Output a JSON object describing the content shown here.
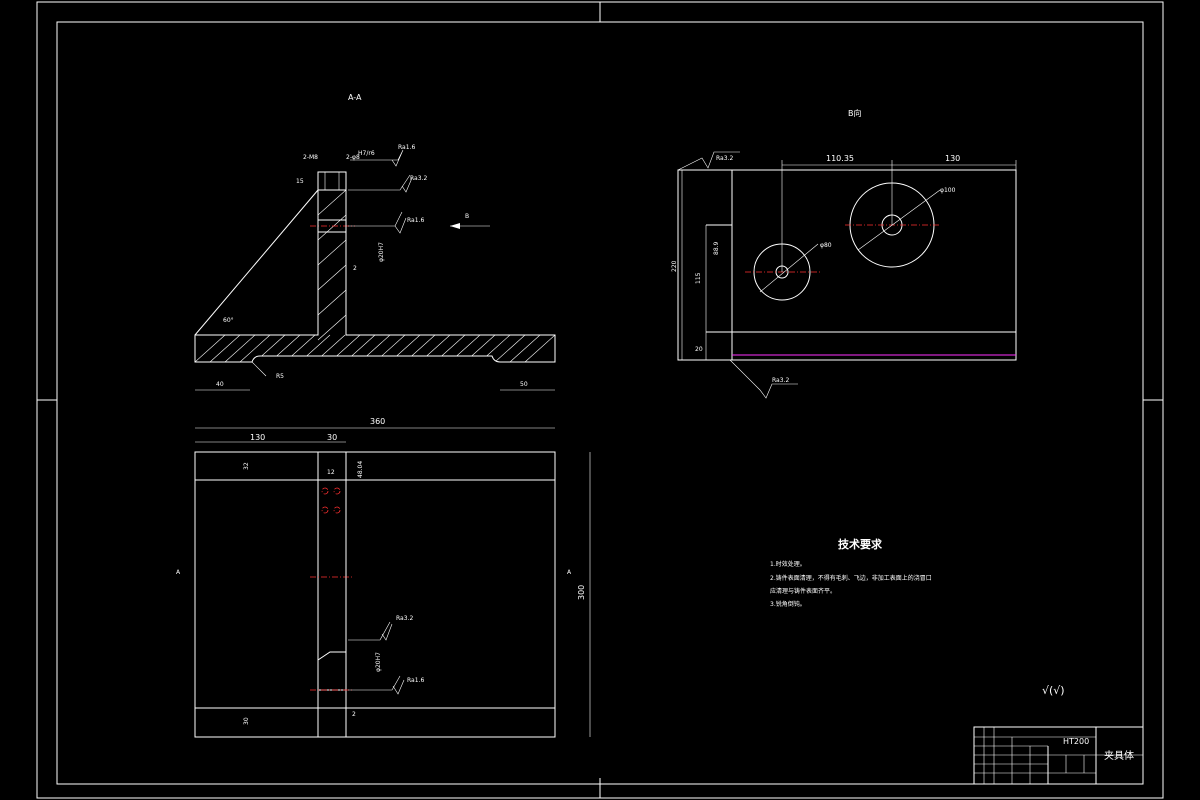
{
  "views": {
    "section_label": "A-A",
    "b_view_label": "B向",
    "arrow_b": "B",
    "section_marker": "A"
  },
  "roughness": {
    "ra16": "Ra1.6",
    "ra32": "Ra3.2"
  },
  "front_view": {
    "holes_a": "2-M8",
    "holes_b": "2-φ8",
    "fit": "H7/r6",
    "angle": "60°",
    "dim_15": "15",
    "dim_40": "40",
    "dim_r5": "R5",
    "dim_50": "50",
    "dim_2": "2",
    "dim_90": "φ20H7"
  },
  "top_view": {
    "overall_width": "360",
    "dim_130": "130",
    "dim_30": "30",
    "dim_32": "32",
    "dim_12": "12",
    "dim_48": "48.04",
    "dim_height": "300",
    "dim_30b": "30",
    "dim_2": "2",
    "dim_sp": "φ20H7"
  },
  "b_view": {
    "dim_110": "110.35",
    "dim_130": "130",
    "dim_height": "220",
    "dim_115": "115",
    "dim_20": "20",
    "dim_r": "88.9",
    "circle_small": "φ80",
    "circle_large": "φ100"
  },
  "tech_requirements": {
    "title": "技术要求",
    "lines": [
      "1.时效处理。",
      "2.铸件表面清理，不得有毛刺、飞边，非加工表面上的浇冒口",
      "应清理与铸件表面齐平。",
      "3.锐角倒钝。"
    ]
  },
  "surface_note": "√(√)",
  "title_block": {
    "material": "HT200",
    "part_name": "夹具体"
  }
}
